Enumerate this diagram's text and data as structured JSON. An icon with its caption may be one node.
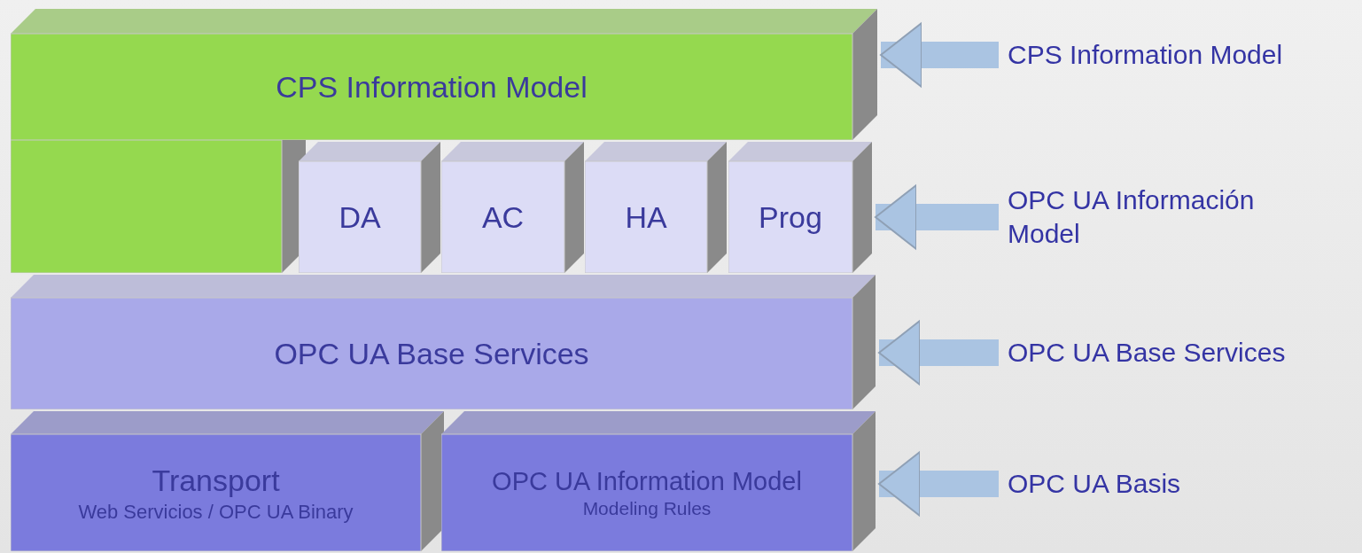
{
  "diagram": {
    "nodes": [
      {
        "text": [
          "CPS Information Model"
        ]
      },
      {
        "text": [
          "CPS Information Model"
        ]
      },
      {
        "text": [],
        "shape": "box"
      },
      {
        "text": [
          "DA"
        ]
      },
      {
        "text": [
          "AC"
        ]
      },
      {
        "text": [
          "HA"
        ]
      },
      {
        "text": [
          "Prog"
        ]
      },
      {
        "text": [
          "OPC UA Información Model"
        ]
      },
      {
        "text": [
          "OPC UA Base Services"
        ]
      },
      {
        "text": [
          "OPC UA Base Services"
        ]
      },
      {
        "text": [
          "Transport",
          "Web Servicios / OPC UA Binary"
        ]
      },
      {
        "text": [
          "OPC UA Information Model",
          "Modeling Rules"
        ]
      },
      {
        "text": [
          "OPC UA Basis"
        ]
      }
    ],
    "edges": [
      {
        "from": 1,
        "to": 0,
        "arrow": "to"
      },
      {
        "from": 7,
        "to": 6,
        "arrow": "to"
      },
      {
        "from": 9,
        "to": 8,
        "arrow": "to"
      },
      {
        "from": 12,
        "to": 11,
        "arrow": "to"
      }
    ]
  }
}
